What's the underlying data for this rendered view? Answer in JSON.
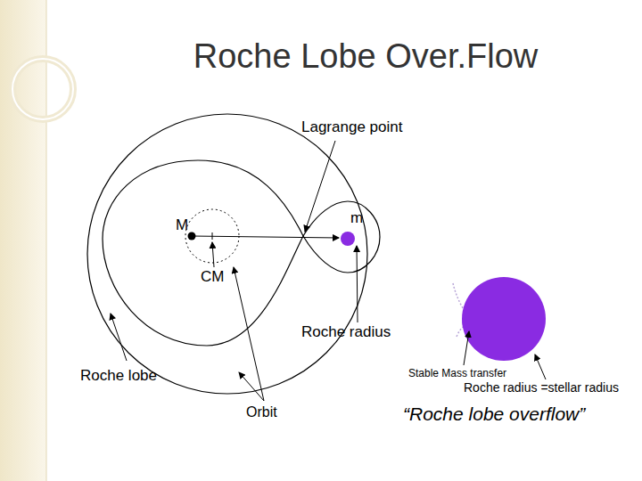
{
  "diagram": {
    "title": "Roche Lobe Over.Flow",
    "labels": [
      "Lagrange point",
      "M",
      "m",
      "CM",
      "Roche radius",
      "Roche lobe",
      "Stable Mass transfer",
      "Roche radius =stellar radius",
      "Orbit",
      "“Roche lobe overflow”"
    ]
  }
}
